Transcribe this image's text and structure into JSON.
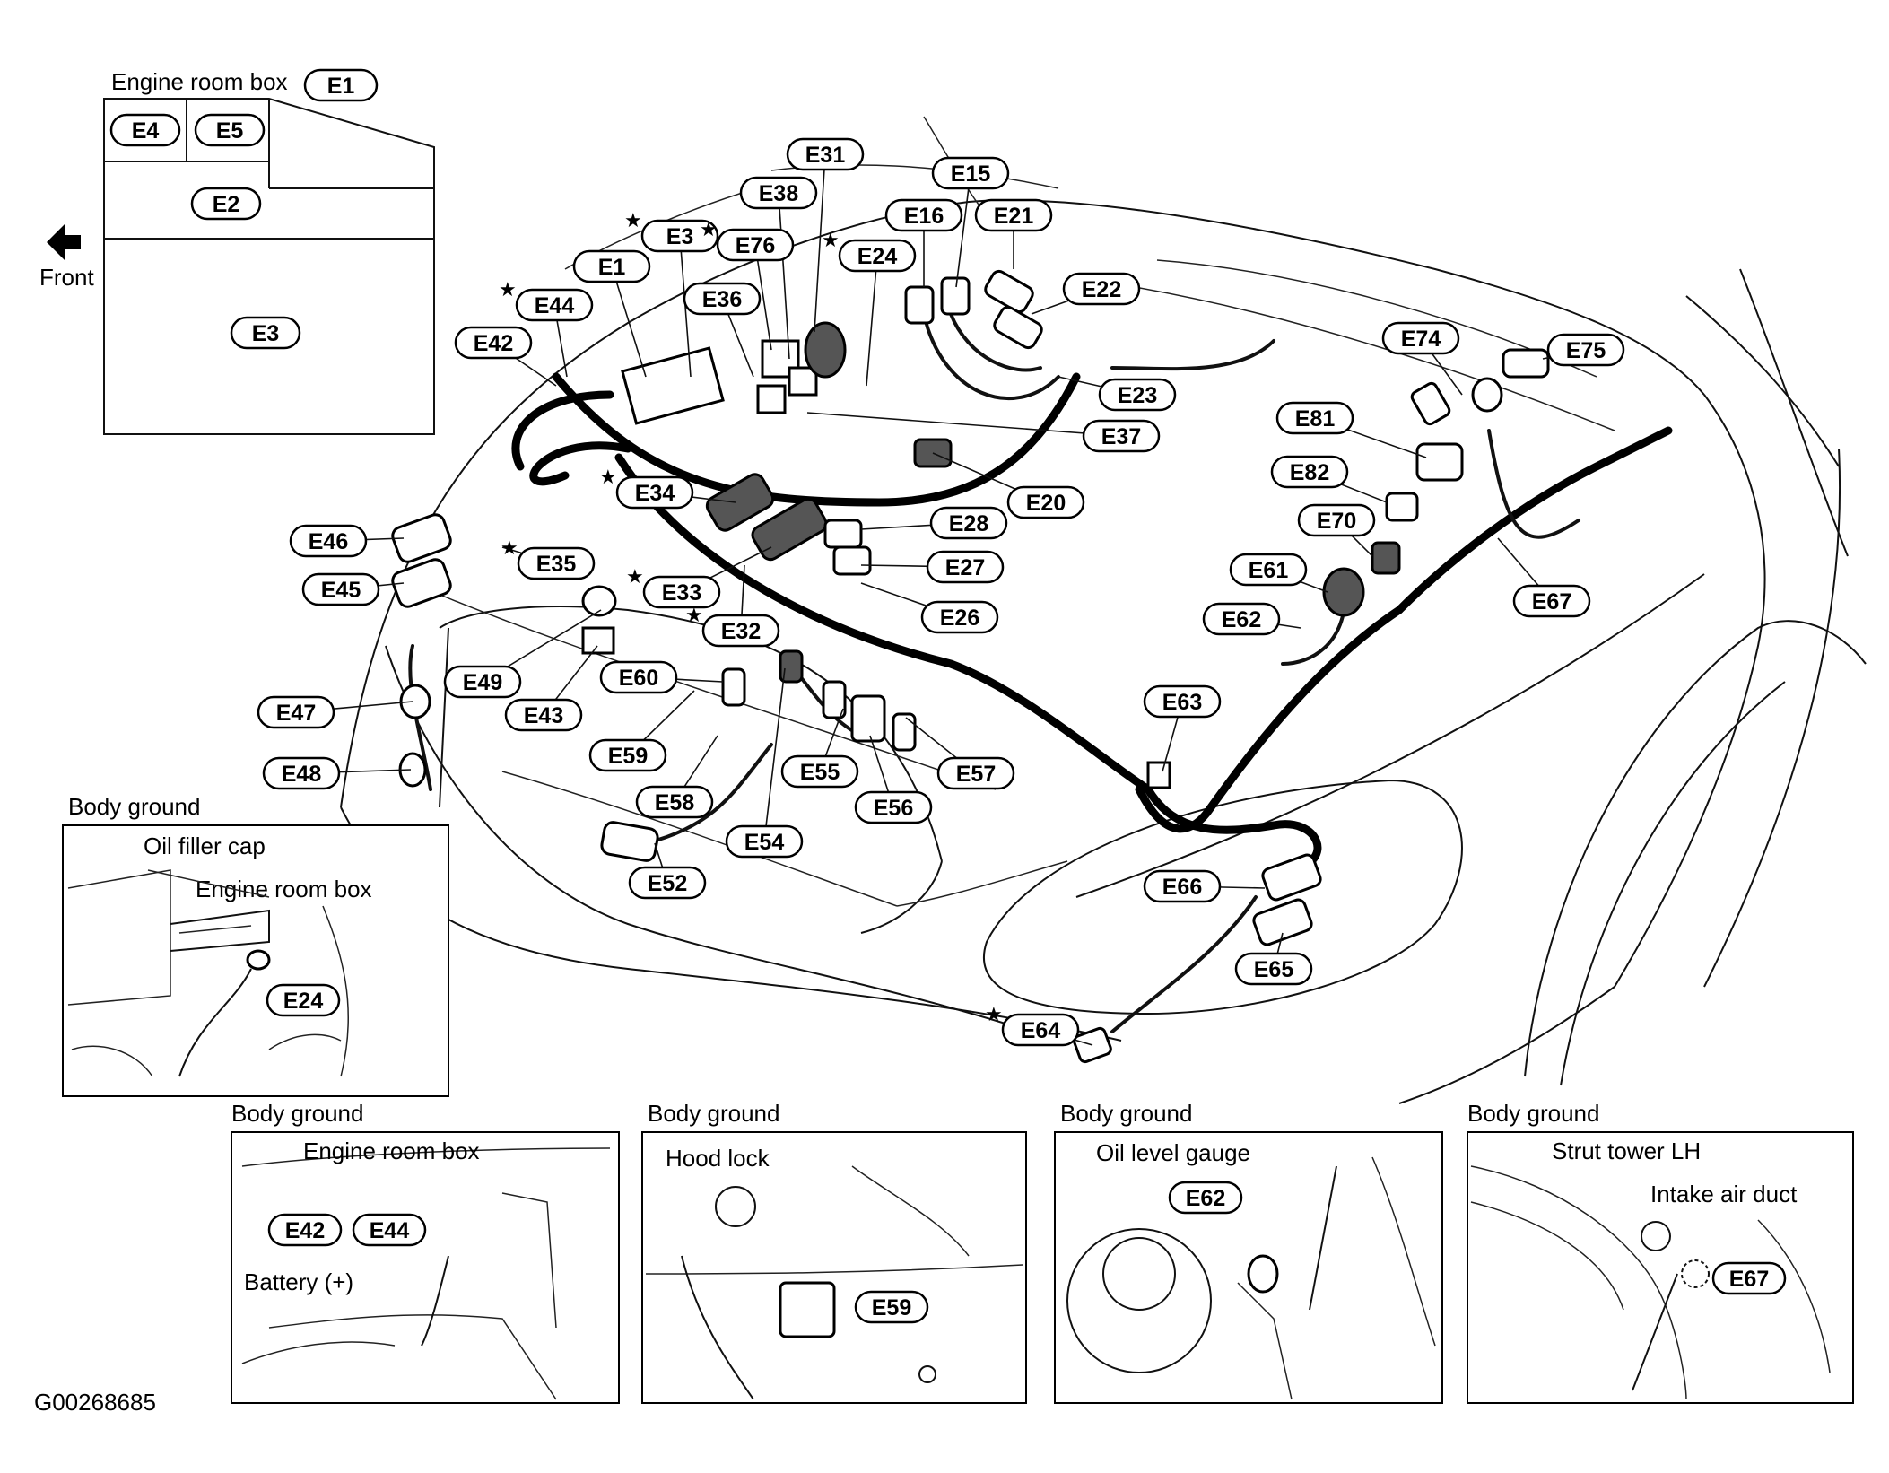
{
  "figure_id": "G00268685",
  "front_label": "Front",
  "star": "★",
  "icons": {
    "front_arrow": "front-arrow-icon",
    "star": "star-icon",
    "body_ground": "ground-terminal-icon"
  },
  "engine_room_box": {
    "title": "Engine room box",
    "connector": "E1",
    "sections": [
      "E4",
      "E5",
      "E2",
      "E3"
    ]
  },
  "connectors": [
    "E31",
    "E15",
    "E38",
    "E16",
    "E21",
    "E3",
    "E24",
    "E76",
    "E1",
    "E22",
    "E36",
    "E44",
    "E42",
    "E23",
    "E74",
    "E75",
    "E37",
    "E81",
    "E20",
    "E82",
    "E34",
    "E28",
    "E70",
    "E46",
    "E35",
    "E27",
    "E61",
    "E67",
    "E45",
    "E33",
    "E26",
    "E62",
    "E32",
    "E63",
    "E60",
    "E49",
    "E43",
    "E47",
    "E59",
    "E57",
    "E55",
    "E48",
    "E58",
    "E56",
    "E54",
    "E52",
    "E66",
    "E65",
    "E64"
  ],
  "starred": [
    "E3",
    "E24",
    "E76",
    "E44",
    "E34",
    "E35",
    "E33",
    "E32",
    "E64"
  ],
  "insets": [
    {
      "title": "Body ground",
      "labels": [
        "Oil filler cap",
        "Engine room box"
      ],
      "connectors": [
        "E24"
      ]
    },
    {
      "title": "Body ground",
      "labels": [
        "Engine room box",
        "Battery (+)"
      ],
      "connectors": [
        "E42",
        "E44"
      ]
    },
    {
      "title": "Body ground",
      "labels": [
        "Hood lock"
      ],
      "connectors": [
        "E59"
      ]
    },
    {
      "title": "Body ground",
      "labels": [
        "Oil level gauge"
      ],
      "connectors": [
        "E62"
      ]
    },
    {
      "title": "Body ground",
      "labels": [
        "Strut tower LH",
        "Intake air duct"
      ],
      "connectors": [
        "E67"
      ]
    }
  ]
}
